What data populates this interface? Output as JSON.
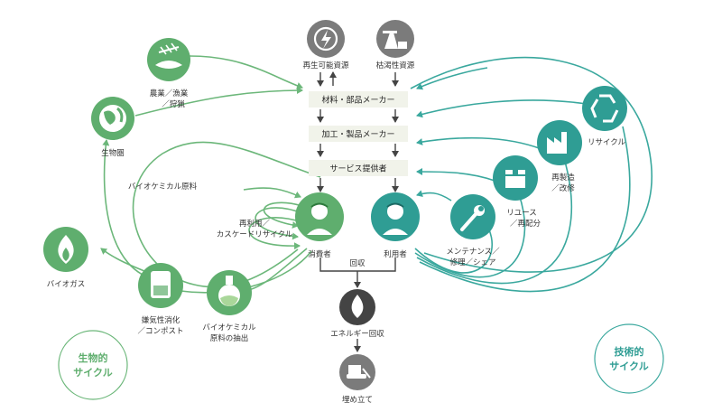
{
  "top": {
    "renewable": "再生可能資源",
    "depletable": "枯渇性資源"
  },
  "chain": {
    "materials": "材料・部品メーカー",
    "processing": "加工・製品メーカー",
    "service": "サービス提供者"
  },
  "people": {
    "consumer": "消費者",
    "user": "利用者",
    "collect": "回収"
  },
  "bottom": {
    "energy": "エネルギー回収",
    "landfill": "埋め立て"
  },
  "bio": {
    "agri_line1": "農業／漁業",
    "agri_line2": "／狩猟",
    "biosphere": "生物圏",
    "biochem_material": "バイオケミカル原料",
    "reuse_line1": "再利用／",
    "reuse_line2": "カスケードリサイクル",
    "biogas": "バイオガス",
    "anaerobic_line1": "嫌気性消化",
    "anaerobic_line2": "／コンポスト",
    "extraction_line1": "バイオケミカル",
    "extraction_line2": "原料の抽出",
    "cycle_line1": "生物的",
    "cycle_line2": "サイクル"
  },
  "tech": {
    "recycle": "リサイクル",
    "remanufacture_line1": "再製造",
    "remanufacture_line2": "／改修",
    "reuse_line1": "リユース",
    "reuse_line2": "／再配分",
    "maintenance_line1": "メンテナンス／",
    "maintenance_line2": "修理／シェア",
    "cycle_line1": "技術的",
    "cycle_line2": "サイクル"
  },
  "colors": {
    "bio_green": "#5fae6e",
    "bio_line": "#6cb77a",
    "tech_teal": "#2f9d94",
    "tech_line": "#3aa89e",
    "gray_icon": "#7b7b7b",
    "dark": "#444444",
    "box_bg": "#f1f3ea"
  }
}
